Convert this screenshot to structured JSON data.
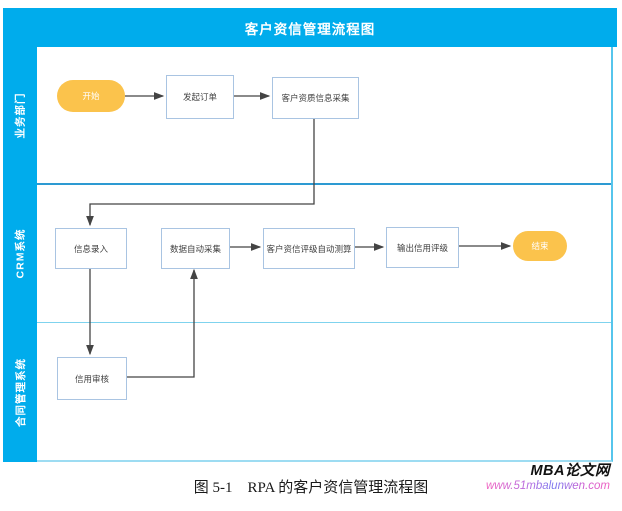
{
  "figure": {
    "title": "客户资信管理流程图",
    "lanes": [
      {
        "label": "业务部门"
      },
      {
        "label": "CRM系统"
      },
      {
        "label": "合同管理系统"
      }
    ],
    "nodes": [
      {
        "id": "start",
        "type": "terminator",
        "label": "开始"
      },
      {
        "id": "create-order",
        "type": "process",
        "label": "发起订单"
      },
      {
        "id": "collect-info",
        "type": "process",
        "label": "客户资质信息采集"
      },
      {
        "id": "info-entry",
        "type": "process",
        "label": "信息录入"
      },
      {
        "id": "auto-collect",
        "type": "process",
        "label": "数据自动采集"
      },
      {
        "id": "auto-rating",
        "type": "process",
        "label": "客户资信评级自动测算"
      },
      {
        "id": "output-rating",
        "type": "process",
        "label": "输出信用评级"
      },
      {
        "id": "end",
        "type": "terminator",
        "label": "结束"
      },
      {
        "id": "credit-review",
        "type": "process",
        "label": "信用审核"
      }
    ],
    "colors": {
      "accent_cyan": "#00ACEC",
      "terminator_fill": "#FBC34C",
      "process_border": "#A9C4E2",
      "lane_divider_strong": "#2D9AD2",
      "lane_divider_light": "#7FD3EE",
      "arrow": "#444444"
    }
  },
  "caption": "图 5-1　RPA 的客户资信管理流程图",
  "watermark": {
    "site_name": "MBA论文网",
    "site_url": "www.51mbalunwen.com"
  }
}
